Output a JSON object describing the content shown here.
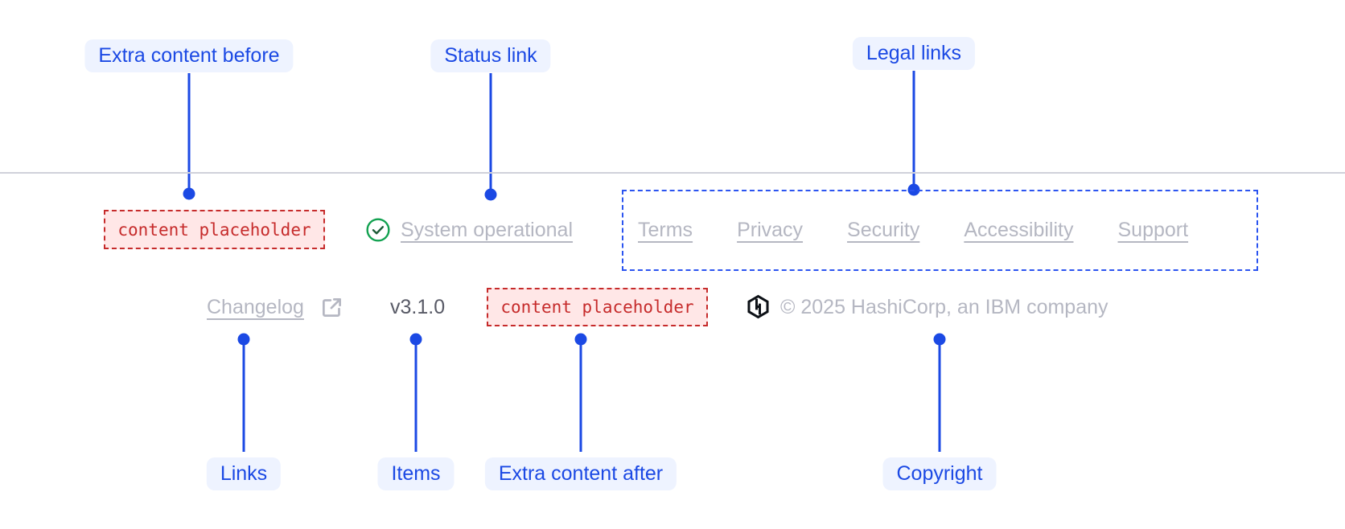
{
  "diagram": {
    "callouts": {
      "extra_content_before": {
        "label": "Extra content before"
      },
      "status_link": {
        "label": "Status link"
      },
      "legal_links": {
        "label": "Legal links"
      },
      "links": {
        "label": "Links"
      },
      "items": {
        "label": "Items"
      },
      "extra_content_after": {
        "label": "Extra content after"
      },
      "copyright": {
        "label": "Copyright"
      }
    }
  },
  "footer": {
    "extra_content_before": {
      "placeholder": "content placeholder"
    },
    "status": {
      "label": "System operational",
      "icon": "check-circle-icon"
    },
    "legal": {
      "links": [
        {
          "label": "Terms"
        },
        {
          "label": "Privacy"
        },
        {
          "label": "Security"
        },
        {
          "label": "Accessibility"
        },
        {
          "label": "Support"
        }
      ]
    },
    "links": [
      {
        "label": "Changelog",
        "icon": "external-link-icon"
      }
    ],
    "version": "v3.1.0",
    "extra_content_after": {
      "placeholder": "content placeholder"
    },
    "copyright": {
      "logo": "hashicorp-logo",
      "text": "© 2025 HashiCorp, an IBM company"
    }
  },
  "colors": {
    "accent_blue": "#1b49e4",
    "callout_pill_bg": "#eef3ff",
    "placeholder_red": "#c62b2b",
    "placeholder_bg": "#ffe7e7",
    "legal_outline_blue": "#2b54f0",
    "success_green": "#12a150",
    "muted_link": "#b5b7c2",
    "version_text": "#585a66",
    "divider": "#d0d1da",
    "logo_black": "#0d1117"
  }
}
